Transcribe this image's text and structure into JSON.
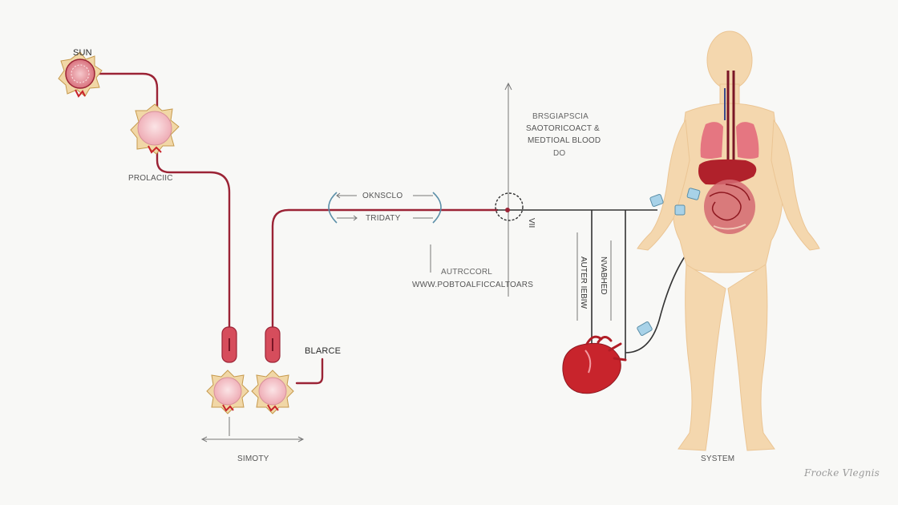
{
  "labels": {
    "sun": "SUN",
    "prolactic": "PROLACIIC",
    "blarce": "BLARCE",
    "simoty": "SIMOTY",
    "oknsclo": "OKNSCLO",
    "tridaty": "TRIDATY",
    "bregs": "BRSGIAPSCIA",
    "saotoricoact": "SAOTORICOACT &",
    "meditoal_blood": "MEDTIOAL BLOOD",
    "do": "DO",
    "vii": "VII",
    "autrocorl": "AUTRCCORL",
    "www": "WWW.POBTOALFICCALTOARS",
    "auter_iebiw": "AUTER IEBIW",
    "nvabhed": "NVABHED",
    "system": "SYSTEM",
    "signature": "Frocke Vlegnis"
  },
  "colors": {
    "vessel": "#9b2335",
    "line": "#333333",
    "body": "#f4d7ae",
    "heart": "#c8242c",
    "cell": "#f2c2c8",
    "connector": "#8fc3df"
  },
  "icons": [
    "sun-cell-icon",
    "gland-cell-icon",
    "capsule-icon",
    "heart-icon",
    "human-body-icon",
    "lungs-icon",
    "liver-icon",
    "intestine-icon",
    "connector-icon"
  ]
}
